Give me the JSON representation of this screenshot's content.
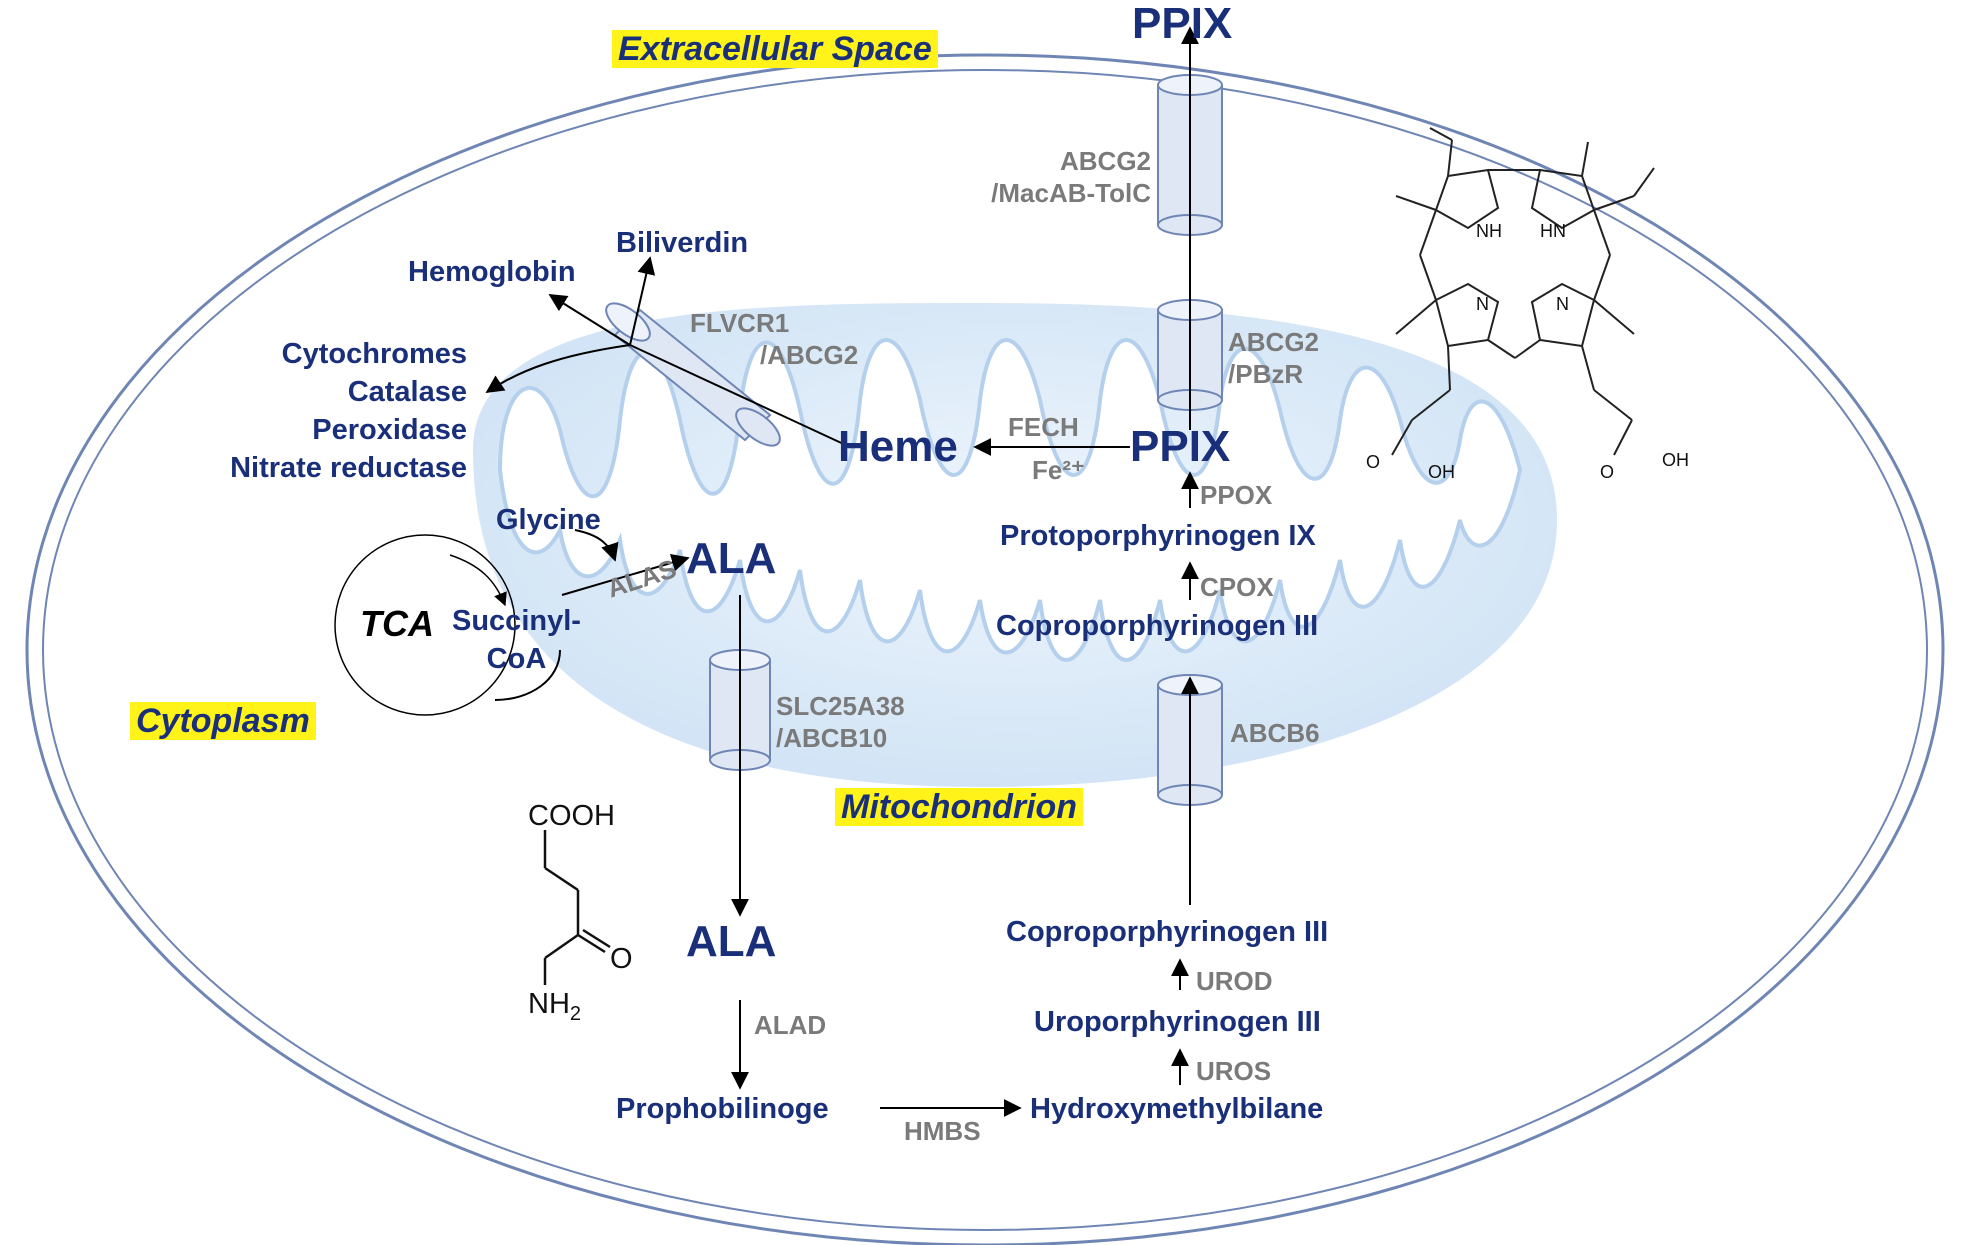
{
  "regions": {
    "extracellular": "Extracellular Space",
    "cytoplasm": "Cytoplasm",
    "mitochondrion": "Mitochondrion"
  },
  "metabolites": {
    "ppix_out": "PPIX",
    "ppix_in": "PPIX",
    "heme": "Heme",
    "biliverdin": "Biliverdin",
    "hemoglobin": "Hemoglobin",
    "hemoproteins": [
      "Cytochromes",
      "Catalase",
      "Peroxidase",
      "Nitrate reductase"
    ],
    "glycine": "Glycine",
    "succinyl_coa": [
      "Succinyl-",
      "CoA"
    ],
    "ala_mito": "ALA",
    "ala_cyto": "ALA",
    "protoporphyrinogen": "Protoporphyrinogen IX",
    "coproporphyrinogen_mito": "Coproporphyrinogen III",
    "coproporphyrinogen_cyto": "Coproporphyrinogen III",
    "uroporphyrinogen": "Uroporphyrinogen III",
    "hydroxymethylbilane": "Hydroxymethylbilane",
    "prophobilinoge": "Prophobilinoge",
    "tca": "TCA"
  },
  "enzymes": {
    "abcg2_macab": [
      "ABCG2",
      "/MacAB-TolC"
    ],
    "flvcr1": [
      "FLVCR1",
      "/ABCG2"
    ],
    "abcg2_pbzr": [
      "ABCG2",
      "/PBzR"
    ],
    "fech": "FECH",
    "fe": "Fe²⁺",
    "ppox": "PPOX",
    "cpox": "CPOX",
    "alas": "ALAS",
    "slc25a38": [
      "SLC25A38",
      "/ABCB10"
    ],
    "abcb6": "ABCB6",
    "alad": "ALAD",
    "urod": "UROD",
    "uros": "UROS",
    "hmbs": "HMBS"
  },
  "chemistry": {
    "ala_structure": {
      "cooh": "COOH",
      "o": "O",
      "nh2": "NH",
      "nh2_sub": "2"
    },
    "ppix_structure": {
      "nh": "NH",
      "hn": "HN",
      "n1": "N",
      "n2": "N",
      "o1": "O",
      "oh1": "OH",
      "o2": "O",
      "oh2": "OH"
    }
  },
  "colors": {
    "metabolite": "#1a2f7a",
    "enzyme": "#7a7a7a",
    "region_highlight": "#fff31a",
    "membrane": "#6f86b5",
    "transporter_fill": "#dfe7f5",
    "mito_fill": "#cfe2f6"
  }
}
